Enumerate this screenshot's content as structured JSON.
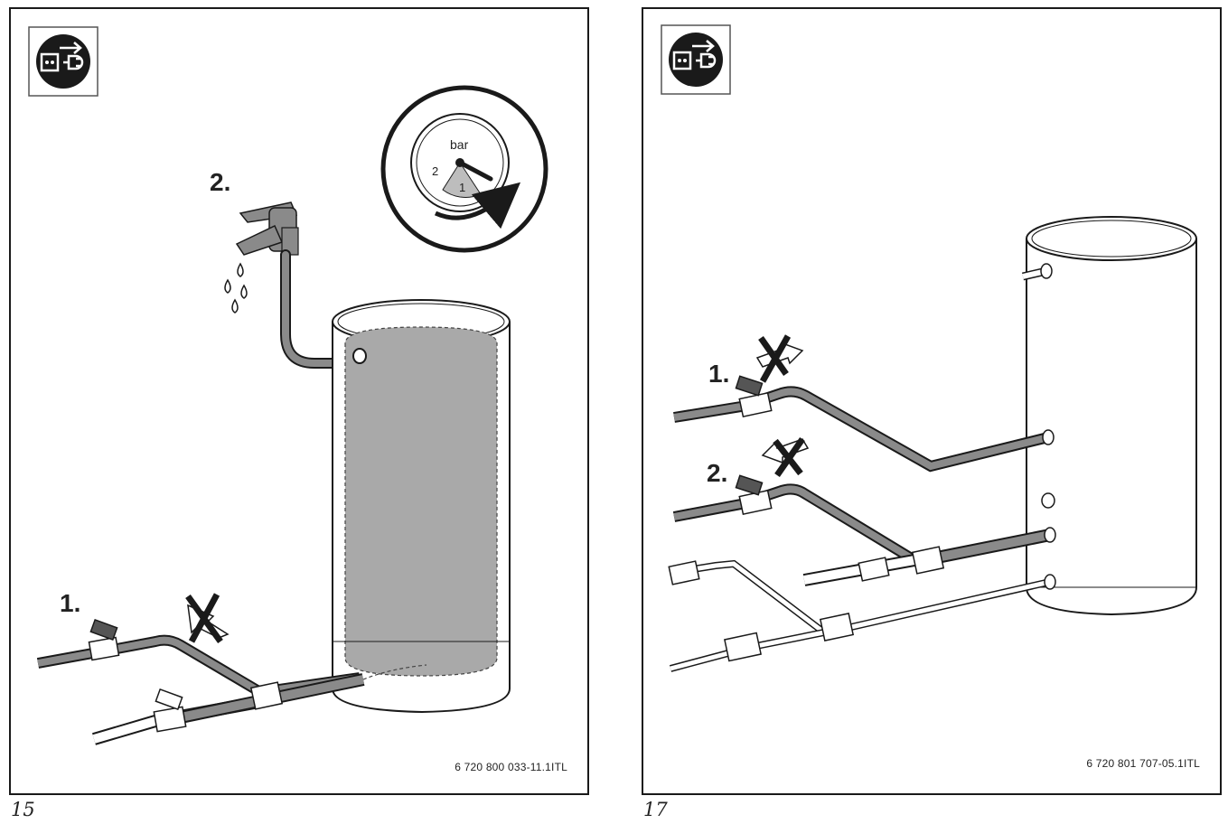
{
  "figures": [
    {
      "number": "15",
      "code": "6 720 800 033-11.1ITL",
      "steps": [
        "1.",
        "2."
      ],
      "gauge": {
        "unit": "bar",
        "ticks": [
          "2",
          "1"
        ]
      }
    },
    {
      "number": "17",
      "code": "6 720 801 707-05.1ITL",
      "steps": [
        "1.",
        "2."
      ]
    }
  ],
  "icons": {
    "disconnect_power": "unplug-power-icon",
    "faucet": "faucet-icon",
    "pressure_gauge": "pressure-gauge-icon",
    "no_rotation": "crossed-rotate-icon",
    "valve": "ball-valve-icon",
    "tank": "water-tank-icon"
  },
  "colors": {
    "stroke": "#1a1a1a",
    "pipe_fill": "#8a8a8a",
    "water_fill": "#a9a9a9",
    "tank_fill": "#ffffff"
  }
}
